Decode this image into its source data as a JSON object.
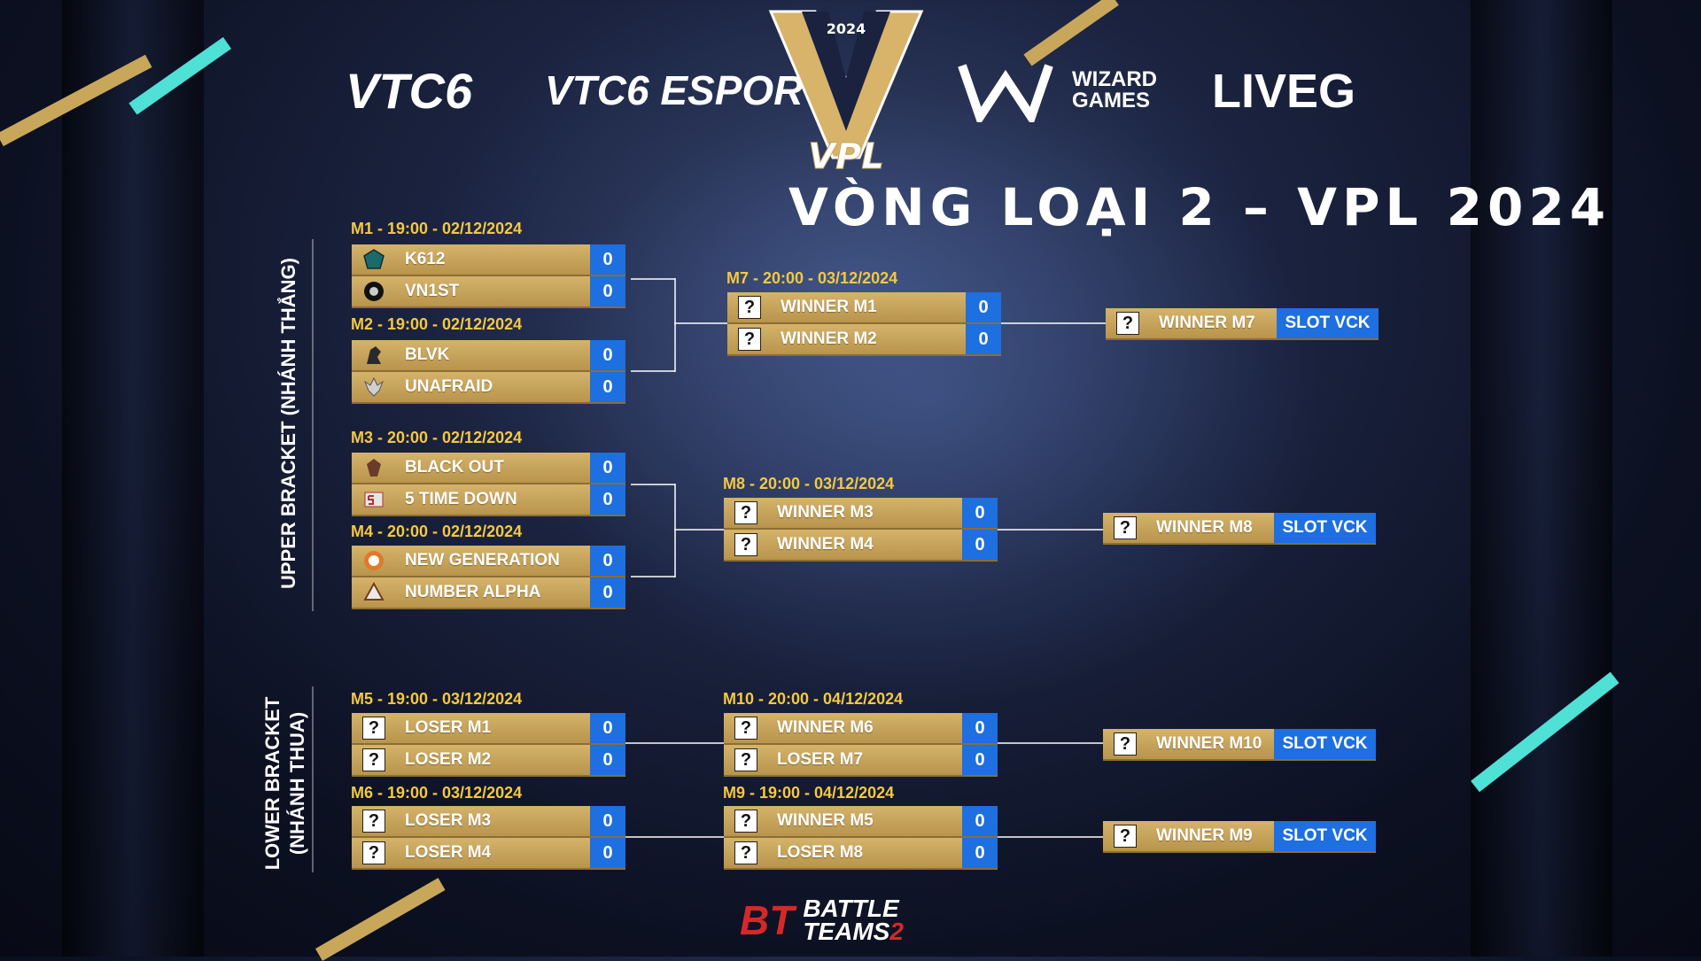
{
  "header": {
    "logos": {
      "vtc6": "VTC6",
      "vtc6_esports": "VTC6 ESPORTS",
      "wizard_games": "WIZARD GAMES",
      "liveg": "LIVEG",
      "vpl_year": "2024",
      "vpl_name": "VPL"
    },
    "title": "VÒNG LOẠI 2 – VPL 2024"
  },
  "labels": {
    "upper": "UPPER BRACKET (NHÁNH THẮNG)",
    "lower_line1": "LOWER BRACKET",
    "lower_line2": "(NHÁNH THUA)"
  },
  "matches": {
    "m1": {
      "title": "M1 - 19:00 - 02/12/2024",
      "teams": [
        {
          "name": "K612",
          "icon": "k612-logo-icon",
          "score": "0"
        },
        {
          "name": "VN1ST",
          "icon": "vn1st-logo-icon",
          "score": "0"
        }
      ]
    },
    "m2": {
      "title": "M2 - 19:00 - 02/12/2024",
      "teams": [
        {
          "name": "BLVK",
          "icon": "blvk-logo-icon",
          "score": "0"
        },
        {
          "name": "UNAFRAID",
          "icon": "unafraid-logo-icon",
          "score": "0"
        }
      ]
    },
    "m3": {
      "title": "M3 - 20:00 - 02/12/2024",
      "teams": [
        {
          "name": "BLACK OUT",
          "icon": "black-out-logo-icon",
          "score": "0"
        },
        {
          "name": "5 TIME DOWN",
          "icon": "5-time-down-logo-icon",
          "score": "0"
        }
      ]
    },
    "m4": {
      "title": "M4 - 20:00 - 02/12/2024",
      "teams": [
        {
          "name": "NEW GENERATION",
          "icon": "new-generation-logo-icon",
          "score": "0"
        },
        {
          "name": "NUMBER ALPHA",
          "icon": "number-alpha-logo-icon",
          "score": "0"
        }
      ]
    },
    "m7": {
      "title": "M7 - 20:00 - 03/12/2024",
      "teams": [
        {
          "name": "WINNER M1",
          "score": "0"
        },
        {
          "name": "WINNER M2",
          "score": "0"
        }
      ]
    },
    "m8": {
      "title": "M8 - 20:00 - 03/12/2024",
      "teams": [
        {
          "name": "WINNER M3",
          "score": "0"
        },
        {
          "name": "WINNER M4",
          "score": "0"
        }
      ]
    },
    "m5": {
      "title": "M5 - 19:00 - 03/12/2024",
      "teams": [
        {
          "name": "LOSER M1",
          "score": "0"
        },
        {
          "name": "LOSER M2",
          "score": "0"
        }
      ]
    },
    "m6": {
      "title": "M6 - 19:00 - 03/12/2024",
      "teams": [
        {
          "name": "LOSER M3",
          "score": "0"
        },
        {
          "name": "LOSER M4",
          "score": "0"
        }
      ]
    },
    "m10": {
      "title": "M10 - 20:00 - 04/12/2024",
      "teams": [
        {
          "name": "WINNER M6",
          "score": "0"
        },
        {
          "name": "LOSER M7",
          "score": "0"
        }
      ]
    },
    "m9": {
      "title": "M9 - 19:00 - 04/12/2024",
      "teams": [
        {
          "name": "WINNER M5",
          "score": "0"
        },
        {
          "name": "LOSER M8",
          "score": "0"
        }
      ]
    }
  },
  "slots": [
    {
      "name": "WINNER M7",
      "label": "SLOT VCK"
    },
    {
      "name": "WINNER M8",
      "label": "SLOT VCK"
    },
    {
      "name": "WINNER M10",
      "label": "SLOT VCK"
    },
    {
      "name": "WINNER M9",
      "label": "SLOT VCK"
    }
  ],
  "placeholder_mark": "?",
  "footer": {
    "mark": "BT",
    "line1": "BATTLE",
    "line2": "TEAMS",
    "line2_num": "2"
  },
  "colors": {
    "gold": "#c9a75a",
    "score_blue": "#1e6fe0",
    "title_yellow": "#f5c842",
    "accent_cyan": "#4fe0d6"
  }
}
